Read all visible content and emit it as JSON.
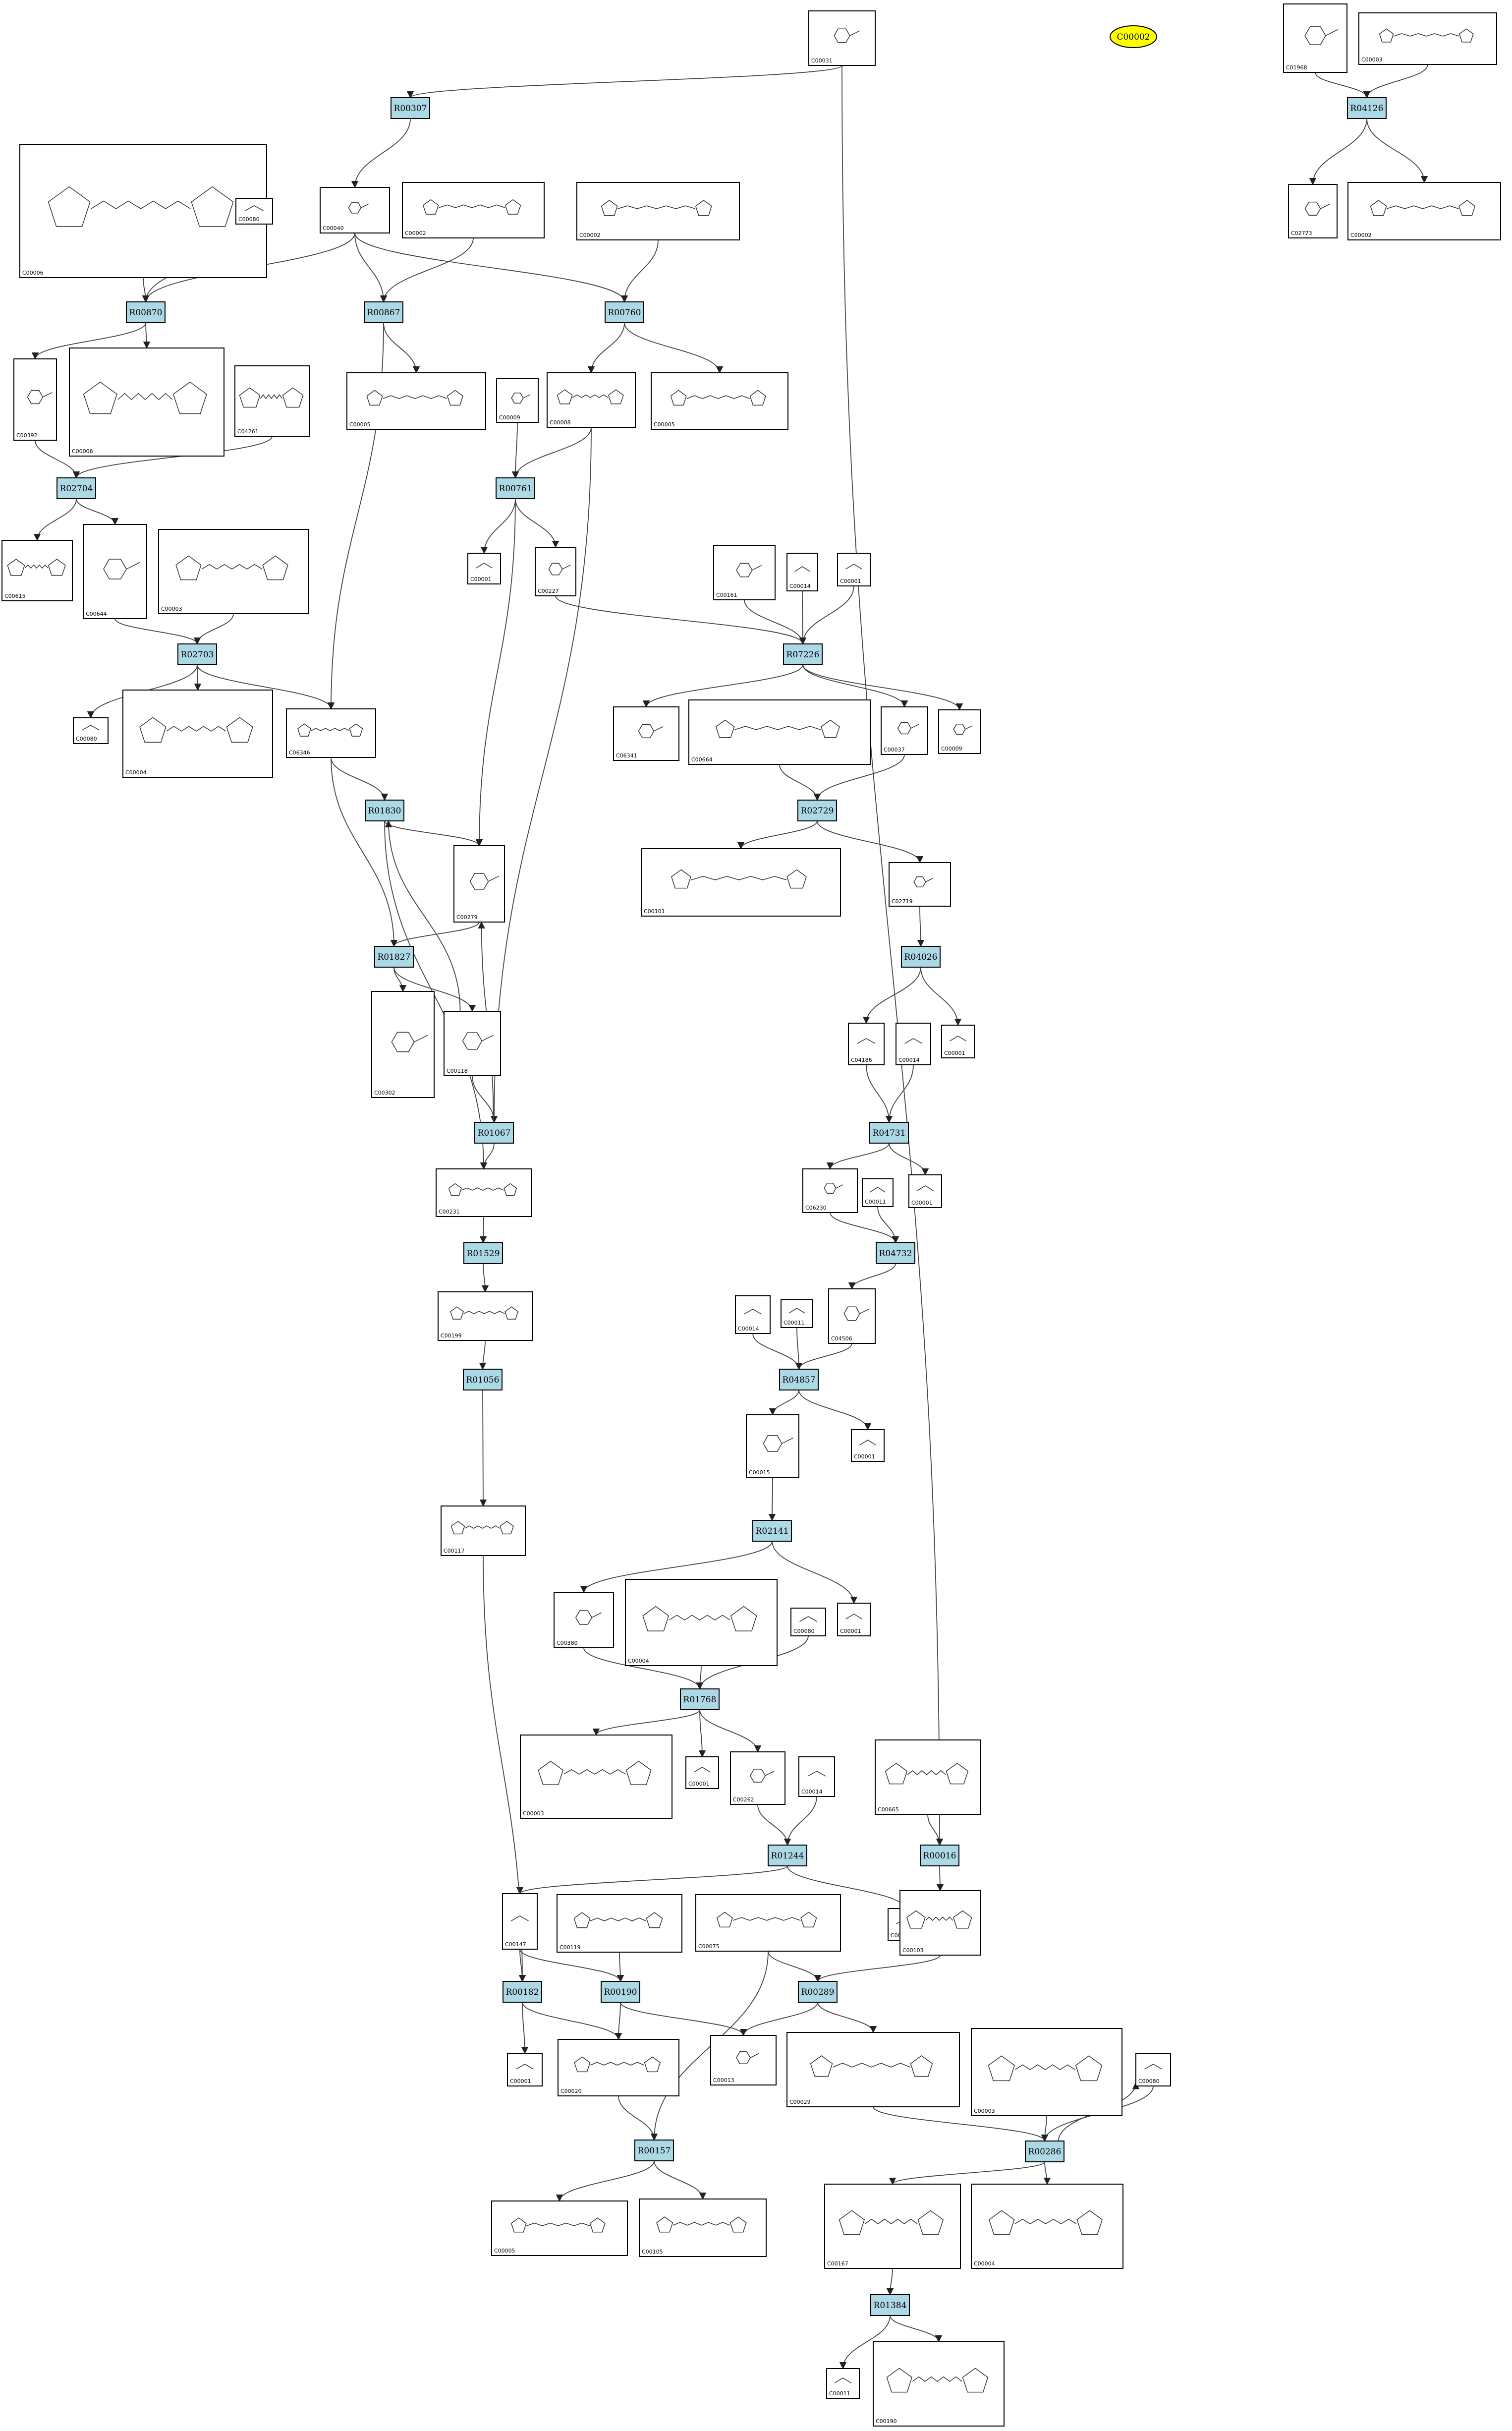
{
  "colors": {
    "reaction": "#add8e6",
    "selected": "#ffff00",
    "edge": "#444444"
  },
  "selected": {
    "id": "sel",
    "label": "C00002"
  },
  "reactions": [
    {
      "id": "R00307",
      "label": "R00307"
    },
    {
      "id": "R04126",
      "label": "R04126"
    },
    {
      "id": "R00870",
      "label": "R00870"
    },
    {
      "id": "R00867",
      "label": "R00867"
    },
    {
      "id": "R00760",
      "label": "R00760"
    },
    {
      "id": "R02704",
      "label": "R02704"
    },
    {
      "id": "R00761",
      "label": "R00761"
    },
    {
      "id": "R02703",
      "label": "R02703"
    },
    {
      "id": "R07226",
      "label": "R07226"
    },
    {
      "id": "R01830",
      "label": "R01830"
    },
    {
      "id": "R02729",
      "label": "R02729"
    },
    {
      "id": "R01827",
      "label": "R01827"
    },
    {
      "id": "R04026",
      "label": "R04026"
    },
    {
      "id": "R01067",
      "label": "R01067"
    },
    {
      "id": "R04731",
      "label": "R04731"
    },
    {
      "id": "R04732",
      "label": "R04732"
    },
    {
      "id": "R01529",
      "label": "R01529"
    },
    {
      "id": "R04857",
      "label": "R04857"
    },
    {
      "id": "R01056",
      "label": "R01056"
    },
    {
      "id": "R02141",
      "label": "R02141"
    },
    {
      "id": "R01768",
      "label": "R01768"
    },
    {
      "id": "R01244",
      "label": "R01244"
    },
    {
      "id": "R00016",
      "label": "R00016"
    },
    {
      "id": "R00182",
      "label": "R00182"
    },
    {
      "id": "R00190",
      "label": "R00190"
    },
    {
      "id": "R00289",
      "label": "R00289"
    },
    {
      "id": "R00286",
      "label": "R00286"
    },
    {
      "id": "R00157",
      "label": "R00157"
    },
    {
      "id": "R01384",
      "label": "R01384"
    }
  ],
  "compounds": [
    {
      "id": "C00031a",
      "label": "C00031"
    },
    {
      "id": "C01968",
      "label": "C01968"
    },
    {
      "id": "C00003a",
      "label": "C00003"
    },
    {
      "id": "C00006",
      "label": "C00006"
    },
    {
      "id": "C00080a",
      "label": "C00080"
    },
    {
      "id": "C00040",
      "label": "C00040"
    },
    {
      "id": "C00002a",
      "label": "C00002"
    },
    {
      "id": "C00002b",
      "label": "C00002"
    },
    {
      "id": "C02773",
      "label": "C02773"
    },
    {
      "id": "C00002c",
      "label": "C00002"
    },
    {
      "id": "C00392",
      "label": "C00392"
    },
    {
      "id": "C00006b",
      "label": "C00006"
    },
    {
      "id": "C04261",
      "label": "C04261"
    },
    {
      "id": "C00005a",
      "label": "C00005"
    },
    {
      "id": "C00009a",
      "label": "C00009"
    },
    {
      "id": "C00008",
      "label": "C00008"
    },
    {
      "id": "C00005b",
      "label": "C00005"
    },
    {
      "id": "C00615",
      "label": "C00615"
    },
    {
      "id": "C00644",
      "label": "C00644"
    },
    {
      "id": "C00003b",
      "label": "C00003"
    },
    {
      "id": "C00001a",
      "label": "C00001"
    },
    {
      "id": "C00227",
      "label": "C00227"
    },
    {
      "id": "C00161",
      "label": "C00161"
    },
    {
      "id": "C00014a",
      "label": "C00014"
    },
    {
      "id": "C00001b",
      "label": "C00001"
    },
    {
      "id": "C00080b",
      "label": "C00080"
    },
    {
      "id": "C00004a",
      "label": "C00004"
    },
    {
      "id": "C06346",
      "label": "C06346"
    },
    {
      "id": "C06341",
      "label": "C06341"
    },
    {
      "id": "C00664",
      "label": "C00664"
    },
    {
      "id": "C00037",
      "label": "C00037"
    },
    {
      "id": "C00009b",
      "label": "C00009"
    },
    {
      "id": "C00279",
      "label": "C00279"
    },
    {
      "id": "C00101",
      "label": "C00101"
    },
    {
      "id": "C02719",
      "label": "C02719"
    },
    {
      "id": "C00302",
      "label": "C00302"
    },
    {
      "id": "C00118",
      "label": "C00118"
    },
    {
      "id": "C04186",
      "label": "C04186"
    },
    {
      "id": "C00014b",
      "label": "C00014"
    },
    {
      "id": "C00001c",
      "label": "C00001"
    },
    {
      "id": "C00231",
      "label": "C00231"
    },
    {
      "id": "C06230",
      "label": "C06230"
    },
    {
      "id": "C00011a",
      "label": "C00011"
    },
    {
      "id": "C00001d",
      "label": "C00001"
    },
    {
      "id": "C00199",
      "label": "C00199"
    },
    {
      "id": "C00014c",
      "label": "C00014"
    },
    {
      "id": "C00011b",
      "label": "C00011"
    },
    {
      "id": "C04506",
      "label": "C04506"
    },
    {
      "id": "C00015",
      "label": "C00015"
    },
    {
      "id": "C00001e",
      "label": "C00001"
    },
    {
      "id": "C00117",
      "label": "C00117"
    },
    {
      "id": "C00380",
      "label": "C00380"
    },
    {
      "id": "C00004b",
      "label": "C00004"
    },
    {
      "id": "C00080c",
      "label": "C00080"
    },
    {
      "id": "C00001f",
      "label": "C00001"
    },
    {
      "id": "C00003c",
      "label": "C00003"
    },
    {
      "id": "C00001g",
      "label": "C00001"
    },
    {
      "id": "C00262",
      "label": "C00262"
    },
    {
      "id": "C00014d",
      "label": "C00014"
    },
    {
      "id": "C00665",
      "label": "C00665"
    },
    {
      "id": "C00001h",
      "label": "C00001"
    },
    {
      "id": "C00103",
      "label": "C00103"
    },
    {
      "id": "C00147",
      "label": "C00147"
    },
    {
      "id": "C00119",
      "label": "C00119"
    },
    {
      "id": "C00075",
      "label": "C00075"
    },
    {
      "id": "C00001i",
      "label": "C00001"
    },
    {
      "id": "C00020",
      "label": "C00020"
    },
    {
      "id": "C00013",
      "label": "C00013"
    },
    {
      "id": "C00029",
      "label": "C00029"
    },
    {
      "id": "C00003d",
      "label": "C00003"
    },
    {
      "id": "C00080d",
      "label": "C00080"
    },
    {
      "id": "C00005c",
      "label": "C00005"
    },
    {
      "id": "C00105",
      "label": "C00105"
    },
    {
      "id": "C00167",
      "label": "C00167"
    },
    {
      "id": "C00004c",
      "label": "C00004"
    },
    {
      "id": "C00011c",
      "label": "C00011"
    },
    {
      "id": "C00190",
      "label": "C00190"
    }
  ]
}
